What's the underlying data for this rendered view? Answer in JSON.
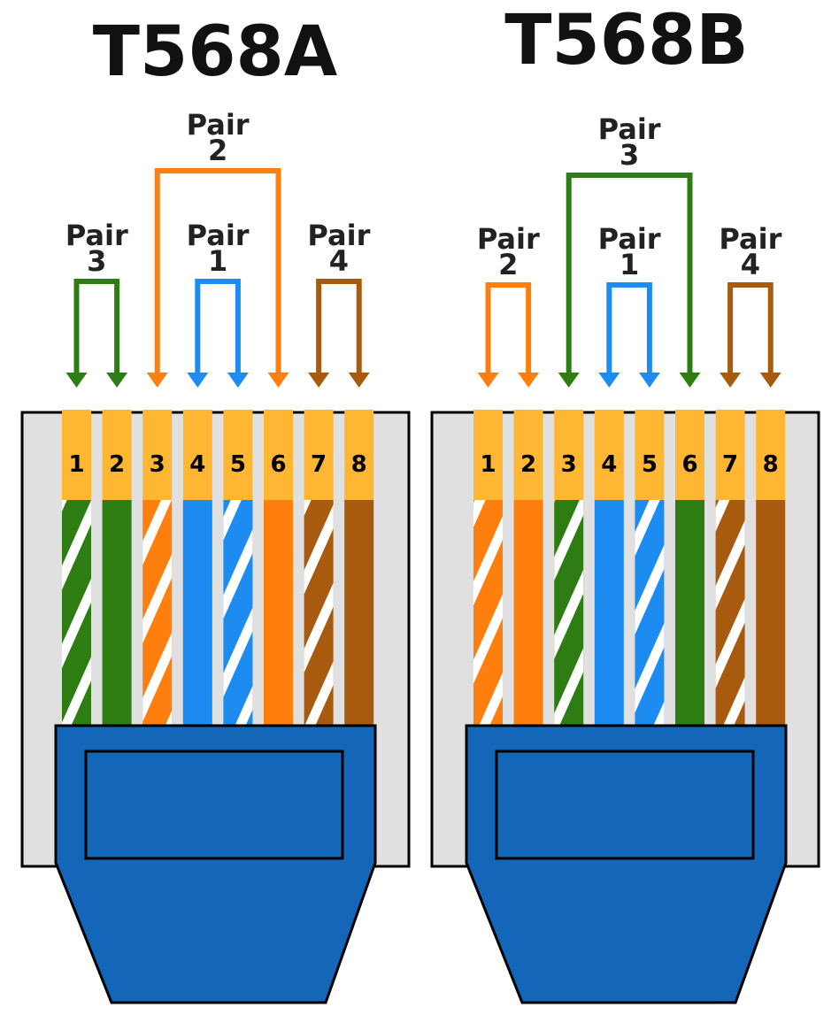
{
  "colors": {
    "green": "#2e7d12",
    "orange": "#ff7f0e",
    "blue": "#1c8cf0",
    "brown": "#a85a0f",
    "pin_gold": "#ffb733",
    "plug_body": "#e0e0e0",
    "boot": "#1466b8",
    "outline": "#000000"
  },
  "diagrams": [
    {
      "title": "T568A",
      "pins": [
        {
          "num": "1",
          "color": "green",
          "striped": true
        },
        {
          "num": "2",
          "color": "green",
          "striped": false
        },
        {
          "num": "3",
          "color": "orange",
          "striped": true
        },
        {
          "num": "4",
          "color": "blue",
          "striped": false
        },
        {
          "num": "5",
          "color": "blue",
          "striped": true
        },
        {
          "num": "6",
          "color": "orange",
          "striped": false
        },
        {
          "num": "7",
          "color": "brown",
          "striped": true
        },
        {
          "num": "8",
          "color": "brown",
          "striped": false
        }
      ],
      "pairs": [
        {
          "word": "Pair",
          "num": "3",
          "color": "green",
          "pins": [
            1,
            2
          ]
        },
        {
          "word": "Pair",
          "num": "2",
          "color": "orange",
          "pins": [
            3,
            6
          ]
        },
        {
          "word": "Pair",
          "num": "1",
          "color": "blue",
          "pins": [
            4,
            5
          ]
        },
        {
          "word": "Pair",
          "num": "4",
          "color": "brown",
          "pins": [
            7,
            8
          ]
        }
      ]
    },
    {
      "title": "T568B",
      "pins": [
        {
          "num": "1",
          "color": "orange",
          "striped": true
        },
        {
          "num": "2",
          "color": "orange",
          "striped": false
        },
        {
          "num": "3",
          "color": "green",
          "striped": true
        },
        {
          "num": "4",
          "color": "blue",
          "striped": false
        },
        {
          "num": "5",
          "color": "blue",
          "striped": true
        },
        {
          "num": "6",
          "color": "green",
          "striped": false
        },
        {
          "num": "7",
          "color": "brown",
          "striped": true
        },
        {
          "num": "8",
          "color": "brown",
          "striped": false
        }
      ],
      "pairs": [
        {
          "word": "Pair",
          "num": "2",
          "color": "orange",
          "pins": [
            1,
            2
          ]
        },
        {
          "word": "Pair",
          "num": "3",
          "color": "green",
          "pins": [
            3,
            6
          ]
        },
        {
          "word": "Pair",
          "num": "1",
          "color": "blue",
          "pins": [
            4,
            5
          ]
        },
        {
          "word": "Pair",
          "num": "4",
          "color": "brown",
          "pins": [
            7,
            8
          ]
        }
      ]
    }
  ]
}
